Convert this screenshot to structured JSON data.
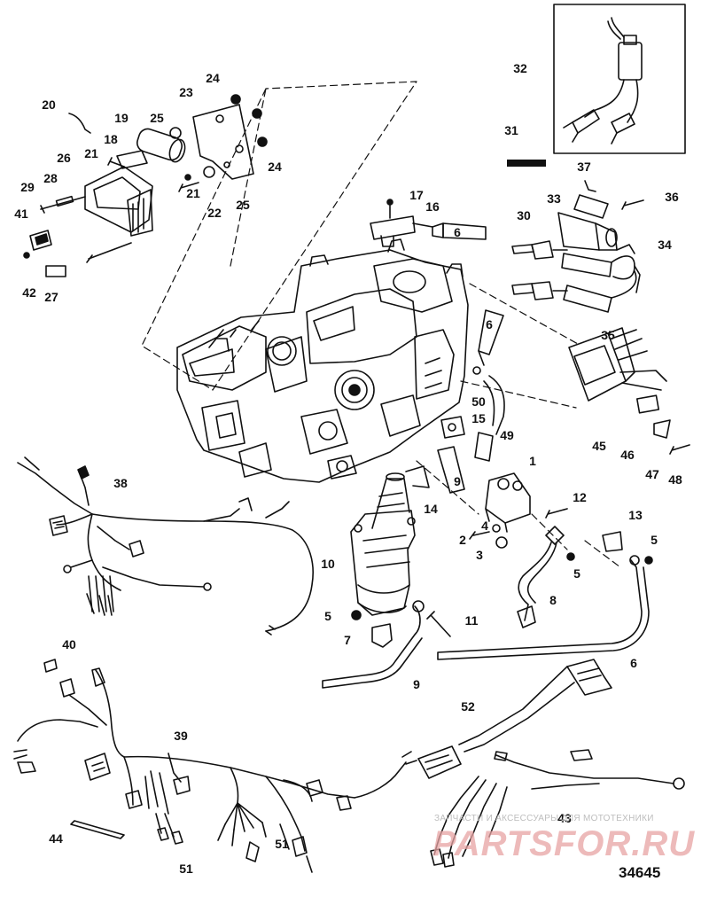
{
  "diagram": {
    "reference_number": "34645",
    "callouts": {
      "c20": "20",
      "c24a": "24",
      "c23": "23",
      "c19": "19",
      "c25a": "25",
      "c18": "18",
      "c21a": "21",
      "c26": "26",
      "c24b": "24",
      "c29": "29",
      "c28": "28",
      "c21b": "21",
      "c22": "22",
      "c25b": "25",
      "c41": "41",
      "c42": "42",
      "c27": "27",
      "c32": "32",
      "c31": "31",
      "c37": "37",
      "c36": "36",
      "c17": "17",
      "c16": "16",
      "c6a": "6",
      "c33": "33",
      "c30": "30",
      "c34": "34",
      "c35": "35",
      "c6b": "6",
      "c50": "50",
      "c15": "15",
      "c49": "49",
      "c45": "45",
      "c46": "46",
      "c47": "47",
      "c48": "48",
      "c1": "1",
      "c9a": "9",
      "c14": "14",
      "c12": "12",
      "c13": "13",
      "c4": "4",
      "c2": "2",
      "c3": "3",
      "c5a": "5",
      "c5b": "5",
      "c38": "38",
      "c10": "10",
      "c8": "8",
      "c5c": "5",
      "c11": "11",
      "c7": "7",
      "c6c": "6",
      "c9b": "9",
      "c40": "40",
      "c52": "52",
      "c39": "39",
      "c43": "43",
      "c44": "44",
      "c51a": "51",
      "c51b": "51"
    }
  },
  "watermark": {
    "caption": "ЗАПЧАСТИ И АКСЕССУАРЫ ДЛЯ МОТОТЕХНИКИ",
    "logo_text": "PARTSFOR.RU",
    "logo_color": "#e7a4a4"
  },
  "colors": {
    "ink": "#111111",
    "paper": "#ffffff"
  }
}
